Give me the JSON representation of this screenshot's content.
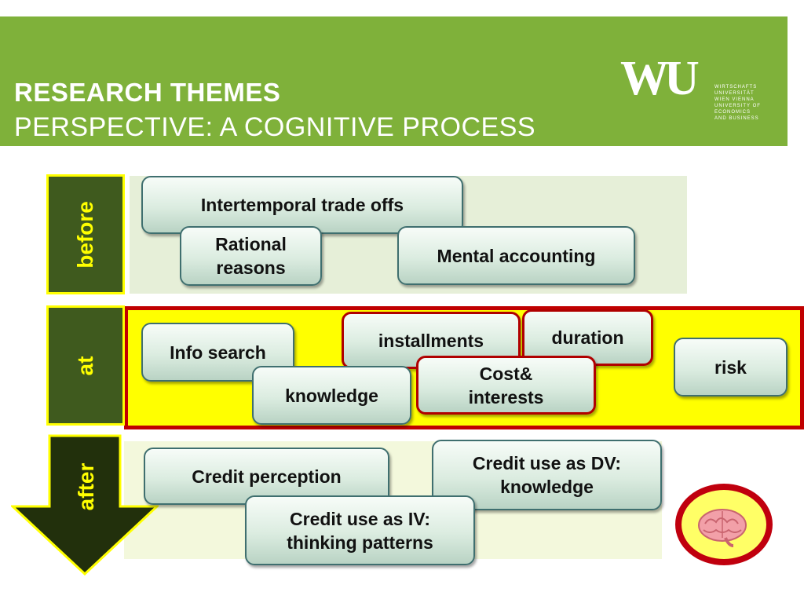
{
  "header": {
    "title": "RESEARCH THEMES",
    "subtitle": "PERSPECTIVE: A COGNITIVE PROCESS",
    "logo_mark": "WU",
    "logo_text": "WIRTSCHAFTS\nUNIVERSITÄT\nWIEN VIENNA\nUNIVERSITY OF\nECONOMICS\nAND BUSINESS"
  },
  "stages": {
    "before": "before",
    "at": "at",
    "after": "after"
  },
  "before_items": {
    "intertemporal": "Intertemporal trade offs",
    "rational": "Rational reasons",
    "mental": "Mental accounting"
  },
  "at_items": {
    "info_search": "Info search",
    "installments": "installments",
    "duration": "duration",
    "risk": "risk",
    "knowledge": "knowledge",
    "cost": "Cost& interests"
  },
  "after_items": {
    "credit_perception": "Credit perception",
    "credit_dv": "Credit use as DV: knowledge",
    "credit_iv": "Credit use as IV: thinking patterns"
  },
  "colors": {
    "header_green": "#7fb13a",
    "stage_green": "#3f5a1e",
    "stage_text": "#ffff00",
    "at_band": "#ffff00",
    "highlight_red": "#c00000"
  },
  "icons": {
    "brain": "brain-icon",
    "arrow": "down-arrow-icon"
  }
}
